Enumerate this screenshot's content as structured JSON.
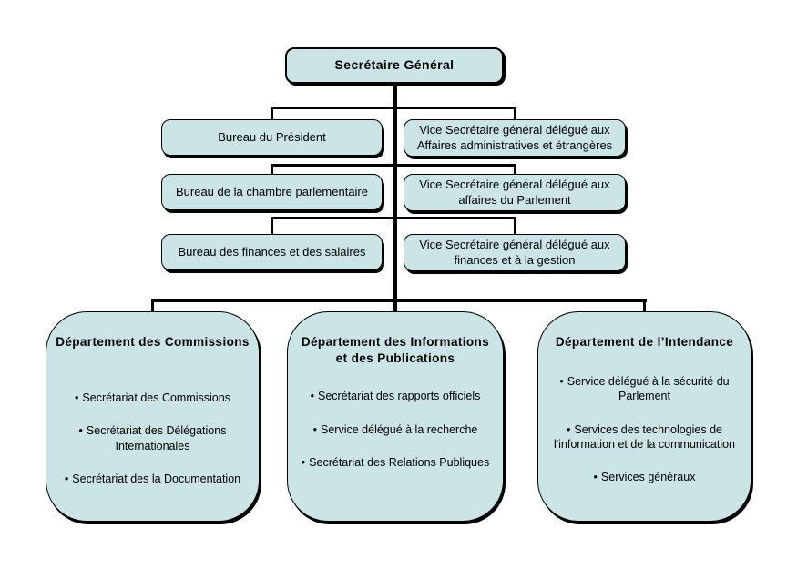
{
  "ui": {
    "bullet": "•"
  },
  "org": {
    "root": "Secrétaire Général",
    "bureaus": [
      "Bureau du Président",
      "Bureau de la chambre parlementaire",
      "Bureau des finances et des salaires"
    ],
    "vice_secretaries": [
      "Vice Secrétaire général délégué aux Affaires administratives et étrangères",
      "Vice Secrétaire général délégué aux affaires du Parlement",
      "Vice Secrétaire général délégué aux finances et à la gestion"
    ],
    "departments": [
      {
        "title": "Département des Commissions",
        "items": [
          "Secrétariat des Commissions",
          "Secrétariat des Délégations Internationales",
          "Secrétariat des la Documentation"
        ]
      },
      {
        "title": "Département des Informations et des Publications",
        "items": [
          "Secrétariat des rapports officiels",
          "Service délégué à la recherche",
          "Secrétariat des Relations Publiques"
        ]
      },
      {
        "title": "Département de l’Intendance",
        "items": [
          "Service délégué à la sécurité du Parlement",
          "Services des technologies de l'information et de la communication",
          "Services généraux"
        ]
      }
    ],
    "colors": {
      "node_fill": "#cbe4e5",
      "node_border": "#000000",
      "connector": "#000000",
      "background": "#ffffff"
    }
  }
}
